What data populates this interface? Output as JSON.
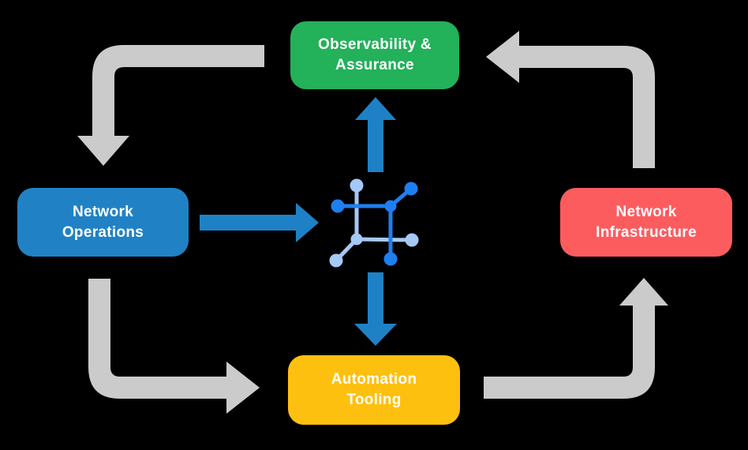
{
  "colors": {
    "background": "#000000",
    "box_text": "#ffffff",
    "green_box": "#23b15a",
    "blue_box": "#2082c5",
    "red_box": "#fd5c5f",
    "yellow_box": "#fec00f",
    "cycle_arrow": "#cbcbcb",
    "flow_arrow": "#1f81c5",
    "icon_dark_blue": "#1e7ff1",
    "icon_light_blue": "#a4c9f6"
  },
  "nodes": {
    "observability": {
      "label": "Observability &\nAssurance"
    },
    "operations": {
      "label": "Network\nOperations"
    },
    "infrastructure": {
      "label": "Network\nInfrastructure"
    },
    "automation": {
      "label": "Automation\nTooling"
    }
  },
  "icons": {
    "center": "network-fabric-icon"
  },
  "arrows": {
    "cycle": [
      {
        "name": "observability-to-operations",
        "shape": "left-then-down"
      },
      {
        "name": "infrastructure-to-observability",
        "shape": "up-then-left"
      },
      {
        "name": "operations-to-automation",
        "shape": "down-then-right"
      },
      {
        "name": "automation-to-infrastructure",
        "shape": "right-then-up"
      }
    ],
    "flow": [
      {
        "name": "operations-to-center",
        "direction": "right"
      },
      {
        "name": "center-to-observability",
        "direction": "up"
      },
      {
        "name": "center-to-automation",
        "direction": "down"
      }
    ]
  }
}
